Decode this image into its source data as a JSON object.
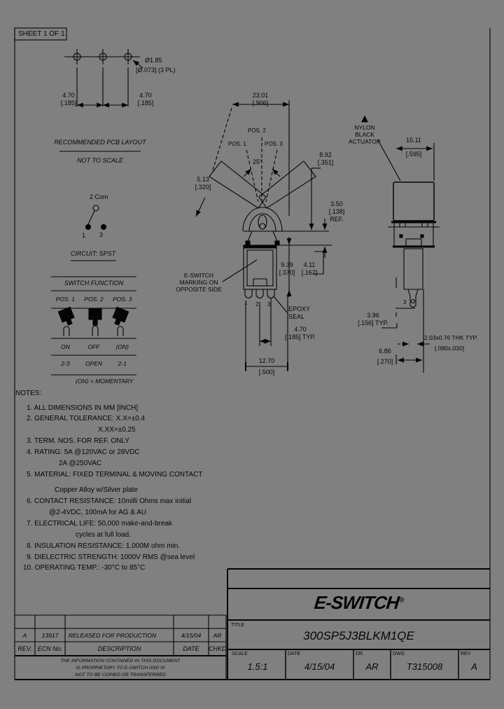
{
  "sheet": {
    "label": "SHEET 1 OF 1"
  },
  "pcb_layout": {
    "title": "RECOMMENDED PCB LAYOUT",
    "note": "NOT TO SCALE",
    "hole_dia_mm": "Ø1.85",
    "hole_dia_in": "[Ø.073] (3 PL)",
    "pitch_left_mm": "4.70",
    "pitch_left_in": "[.185]",
    "pitch_right_mm": "4.70",
    "pitch_right_in": "[.185]"
  },
  "circuit": {
    "com": "2 Com",
    "terminal_1": "1",
    "terminal_3": "3",
    "label": "CIRCUIT: SPST"
  },
  "function_table": {
    "title": "SWITCH FUNCTION",
    "positions": [
      "POS. 1",
      "POS. 2",
      "POS. 3"
    ],
    "states": [
      "ON",
      "OFF",
      "(ON)"
    ],
    "connections": [
      "2-3",
      "OPEN",
      "2-1"
    ],
    "footnote": "(ON) = MOMENTARY"
  },
  "front_view": {
    "width_mm": "23.01",
    "width_in": "[.906]",
    "pos1": "POS. 1",
    "pos2": "POS. 2",
    "pos3": "POS. 3",
    "throw_angle": "25°",
    "lever_mm": "8.92",
    "lever_in": "[.351]",
    "tip_mm": "5.13",
    "tip_in": "[.320]",
    "bushing_mm": "3.50",
    "bushing_in": "[.138]",
    "bushing_ref": "REF.",
    "body_mm": "9.39",
    "body_in": "[.370]",
    "term_len_mm": "4.11",
    "term_len_in": "[.162]",
    "marking_l1": "E-SWITCH",
    "marking_l2": "MARKING ON",
    "marking_l3": "OPPOSITE SIDE",
    "terminals": [
      "1",
      "2",
      "3"
    ],
    "epoxy_l1": "EPOXY",
    "epoxy_l2": "SEAL",
    "pitch_mm": "4.70",
    "pitch_in": "[.185] TYP.",
    "span_mm": "12.70",
    "span_in": "[.500]"
  },
  "side_view": {
    "actuator_l1": "NYLON",
    "actuator_l2": "BLACK",
    "actuator_l3": "ACTUATOR",
    "actuator_mm": "15.11",
    "actuator_in": "[.595]",
    "terminal": "3",
    "term_offset_mm": "3.96",
    "term_offset_in": "[.156] TYP.",
    "term_thk": "2.03x0.76 THK TYP.",
    "term_thk_in": "[.080x.030]",
    "term_pos_mm": "6.86",
    "term_pos_in": "[.270]"
  },
  "notes": {
    "title": "NOTES:",
    "lines": [
      "1. ALL DIMENSIONS IN MM [INCH]",
      "2. GENERAL TOLERANCE: X.X=±0.4",
      "X.XX=±0.25",
      "3. TERM. NOS. FOR REF. ONLY",
      "4. RATING: 5A @120VAC or 28VDC",
      "2A @250VAC",
      "5. MATERIAL: FIXED TERMINAL & MOVING CONTACT",
      "Copper Alloy w/Silver plate",
      "6. CONTACT RESISTANCE: 10milli Ohms max initial",
      "@2-4VDC, 100mA for AG & AU",
      "7. ELECTRICAL LIFE: 50,000 make-and-break",
      "cycles at full load.",
      "8. INSULATION RESISTANCE: 1,000M ohm min.",
      "9. DIELECTRIC STRENGTH: 1000V RMS @sea level",
      "10. OPERATING TEMP.: -30°C to 85°C"
    ]
  },
  "title_block": {
    "brand": "E-SWITCH",
    "brand_reg": "®",
    "title_label": "TITLE",
    "part_number": "300SP5J3BLKM1QE",
    "scale_label": "SCALE",
    "scale_value": "1.5:1",
    "date_label": "DATE",
    "date_value": "4/15/04",
    "dr_label": "DR",
    "dr_value": "AR",
    "dwg_label": "DWG",
    "dwg_value": "T315008",
    "rev_label": "REV",
    "rev_value": "A"
  },
  "revision_table": {
    "headers": [
      "REV.",
      "ECN No.",
      "DESCRIPTION",
      "DATE",
      "CHKD"
    ],
    "row": [
      "A",
      "13917",
      "RELEASED FOR PRODUCTION",
      "4/15/04",
      "AR"
    ],
    "disclaimer": [
      "THE INFORMATION CONTAINED IN THIS DOCUMENT",
      "IS PROPRIETARY TO E-SWITCH AND IS",
      "NOT TO BE COPIED OR TRANSFERRED"
    ]
  }
}
